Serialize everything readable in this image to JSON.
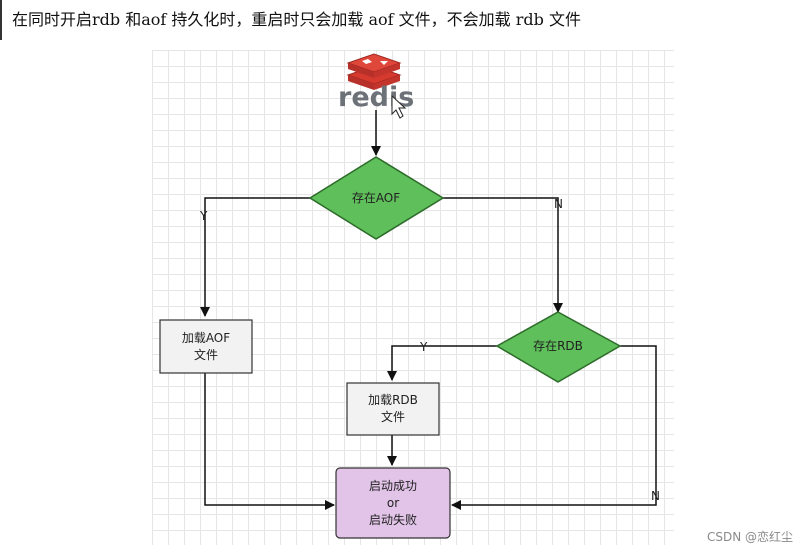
{
  "header": {
    "note": "在同时开启rdb 和aof 持久化时，重启时只会加载 aof 文件，不会加载 rdb 文件"
  },
  "logo": {
    "text": "redis"
  },
  "diagram": {
    "decision_aof": "存在AOF",
    "decision_rdb": "存在RDB",
    "load_aof_line1": "加载AOF",
    "load_aof_line2": "文件",
    "load_rdb_line1": "加载RDB",
    "load_rdb_line2": "文件",
    "result_line1": "启动成功",
    "result_line2": "or",
    "result_line3": "启动失败",
    "edge_aof_yes": "Y",
    "edge_aof_no": "N",
    "edge_rdb_yes": "Y",
    "edge_rdb_no": "N"
  },
  "colors": {
    "decision_fill": "#5fbf5a",
    "process_fill": "#f2f2f2",
    "result_fill": "#e2c4e8",
    "logo_red": "#d63a2f"
  },
  "watermark": "CSDN @恋红尘"
}
